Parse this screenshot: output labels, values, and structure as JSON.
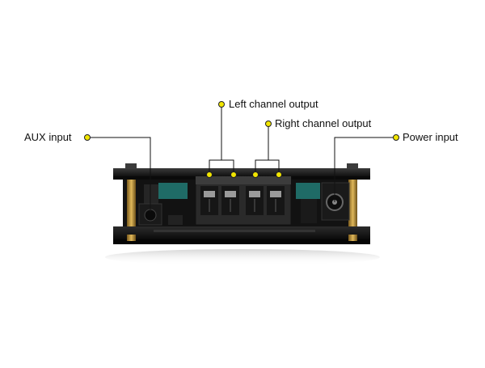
{
  "callouts": {
    "aux_input": "AUX input",
    "left_channel_output": "Left channel output",
    "right_channel_output": "Right channel output",
    "power_input": "Power input"
  },
  "colors": {
    "callout_dot": "#f2e600",
    "callout_line": "#111111",
    "board": "#1c1c1c",
    "standoff": "#c99a3a",
    "terminal": "#2a2a2a",
    "component_teal": "#1f6b66"
  }
}
